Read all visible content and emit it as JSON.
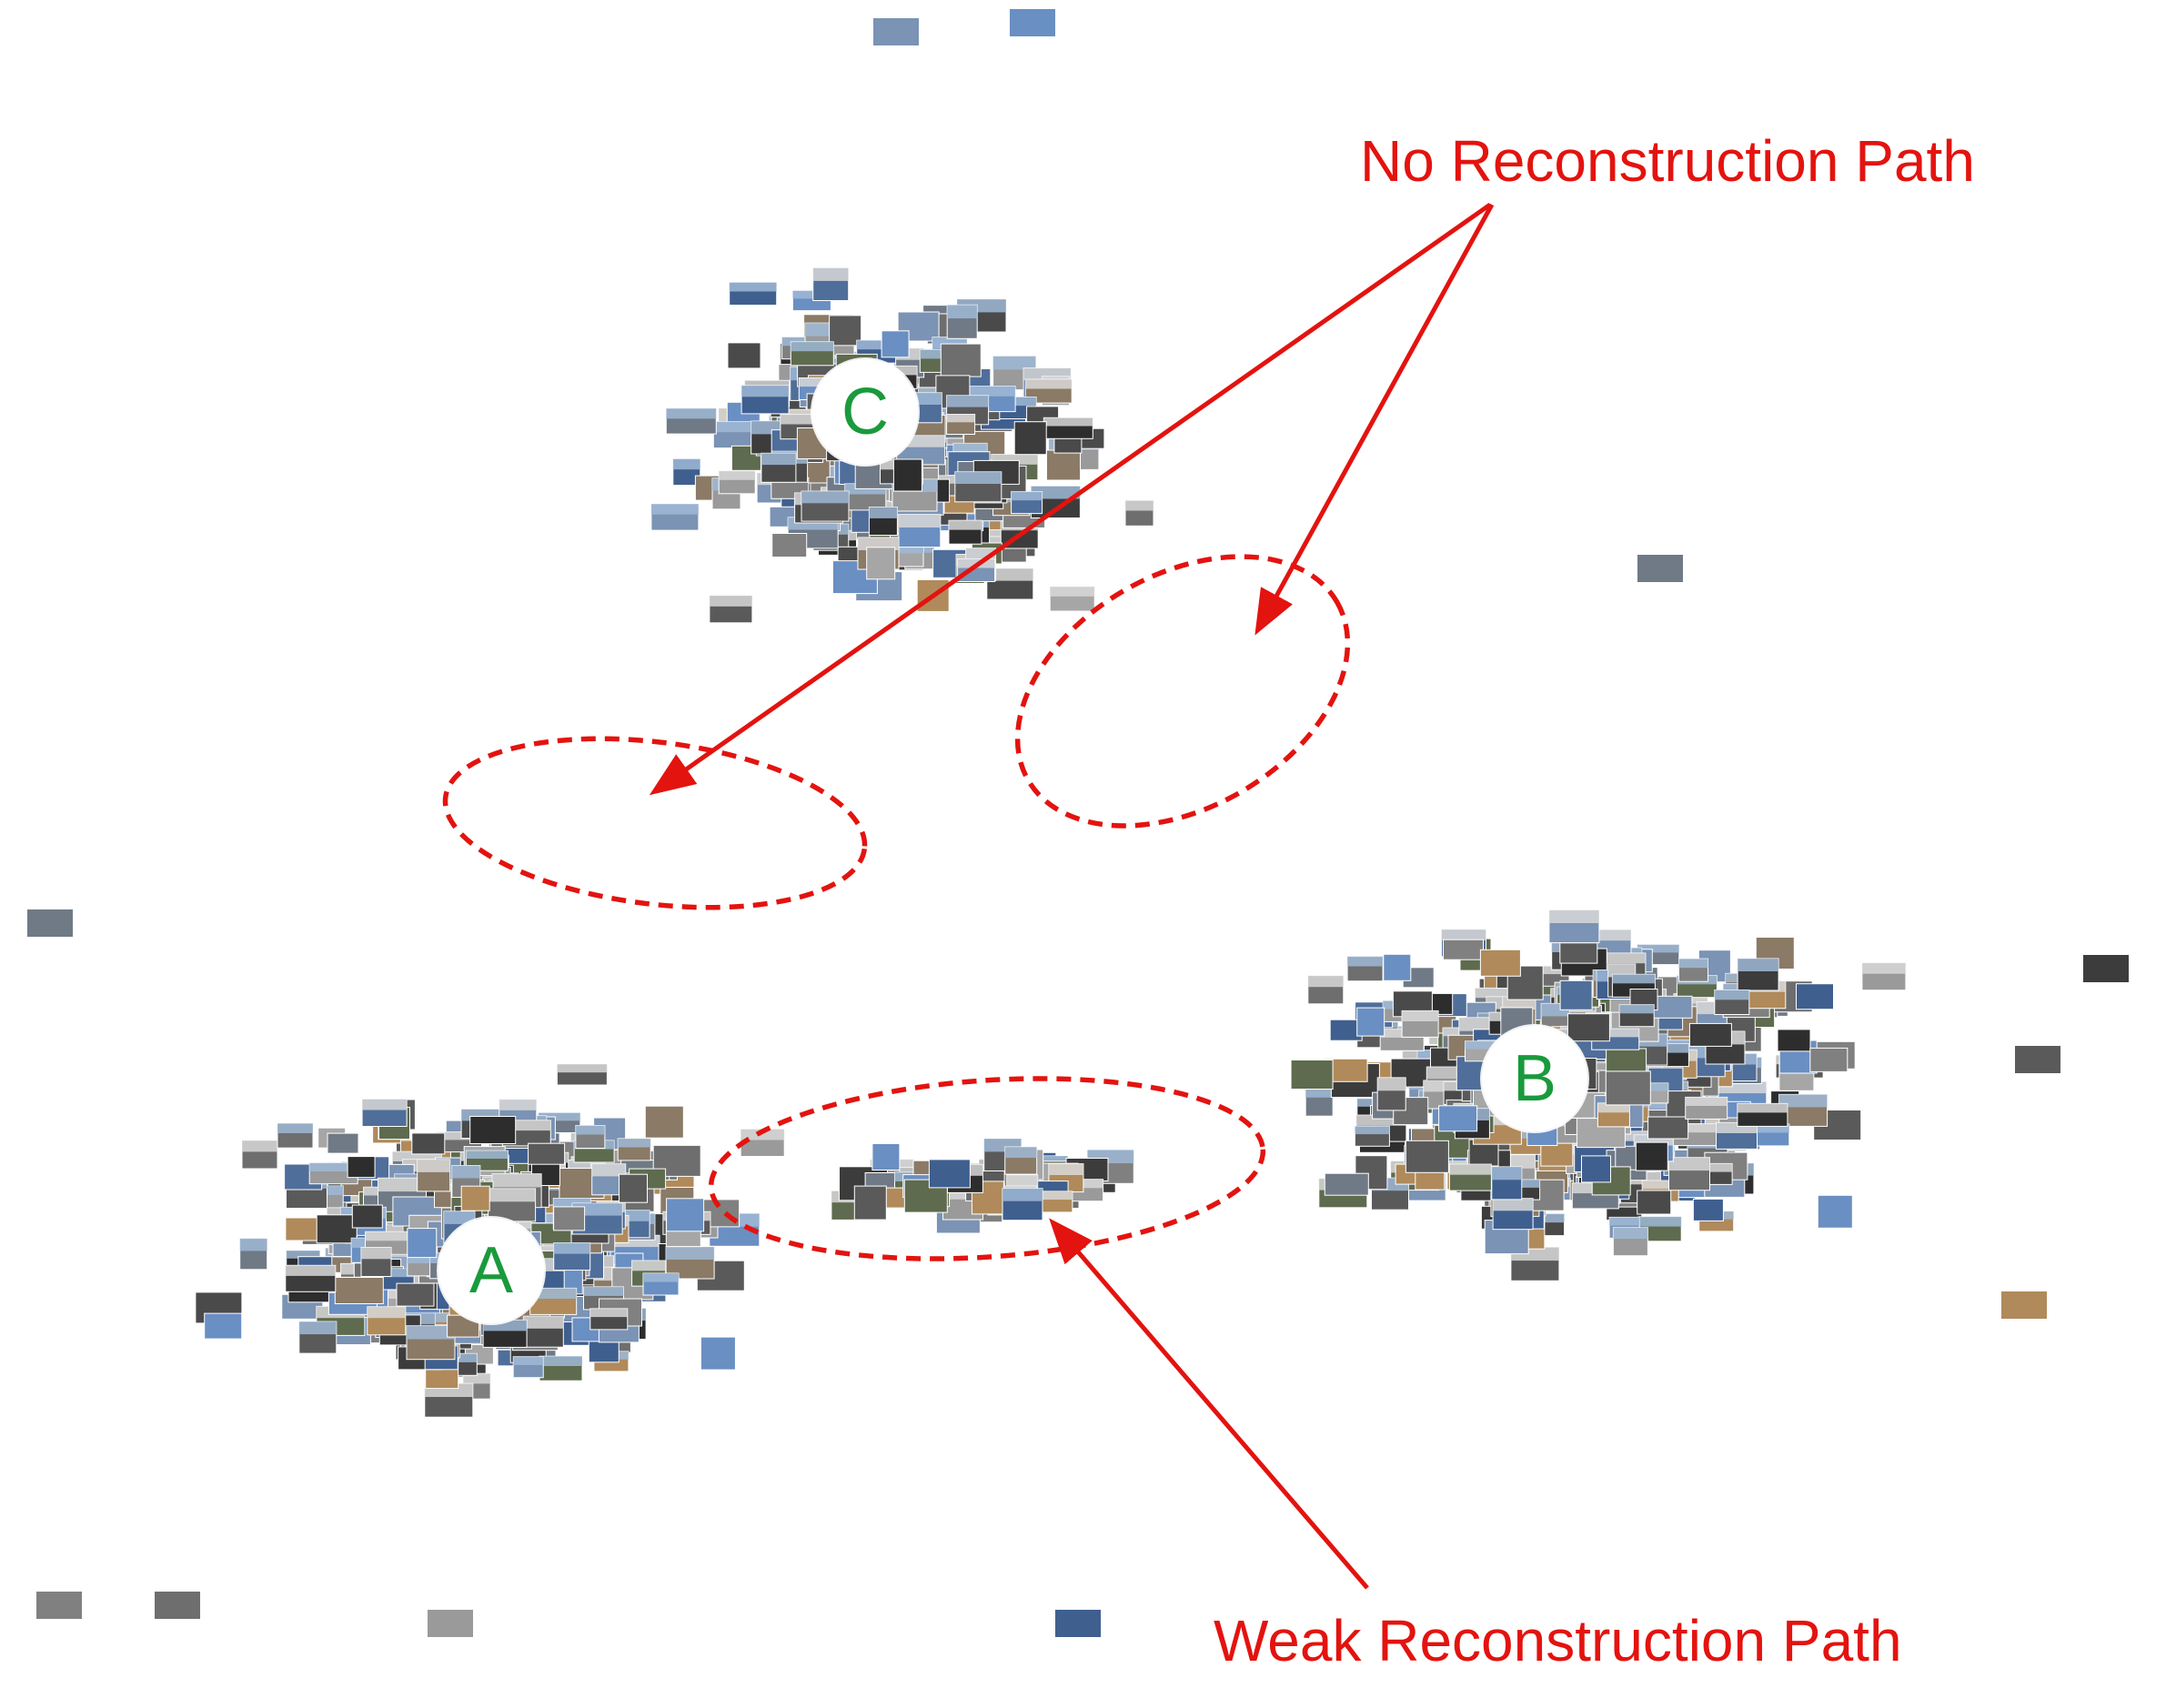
{
  "annotations": {
    "no_path": "No Reconstruction Path",
    "weak_path": "Weak Reconstruction Path"
  },
  "clusters": {
    "a": "A",
    "b": "B",
    "c": "C"
  },
  "colors": {
    "annotation": "#e3130f",
    "cluster_letter": "#1a9a3c",
    "background": "#ffffff"
  }
}
